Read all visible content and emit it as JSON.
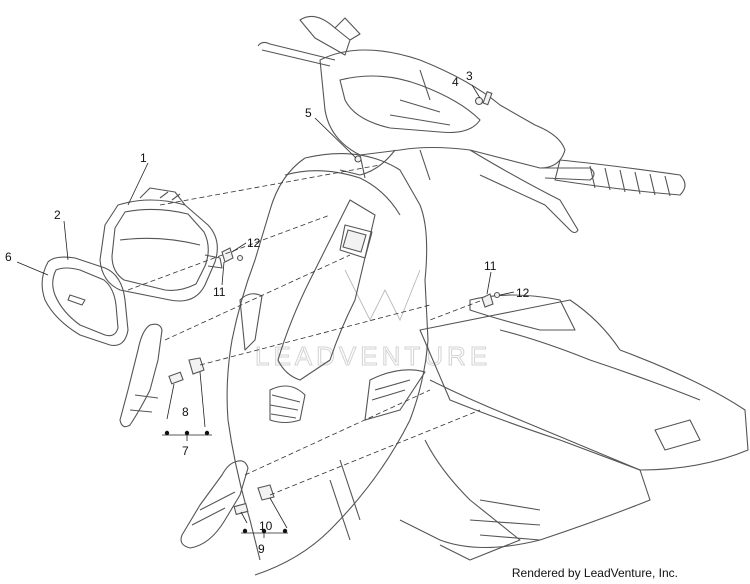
{
  "callouts": {
    "c1": "1",
    "c2": "2",
    "c3": "3",
    "c4": "4",
    "c5": "5",
    "c6": "6",
    "c7": "7",
    "c8": "8",
    "c9": "9",
    "c10": "10",
    "c11a": "11",
    "c11b": "11",
    "c12a": "12",
    "c12b": "12"
  },
  "watermark": "LEADVENTURE",
  "credit": "Rendered by LeadVenture, Inc.",
  "colors": {
    "line": "#555555",
    "ghost": "#b9b9b9",
    "text": "#111111"
  }
}
